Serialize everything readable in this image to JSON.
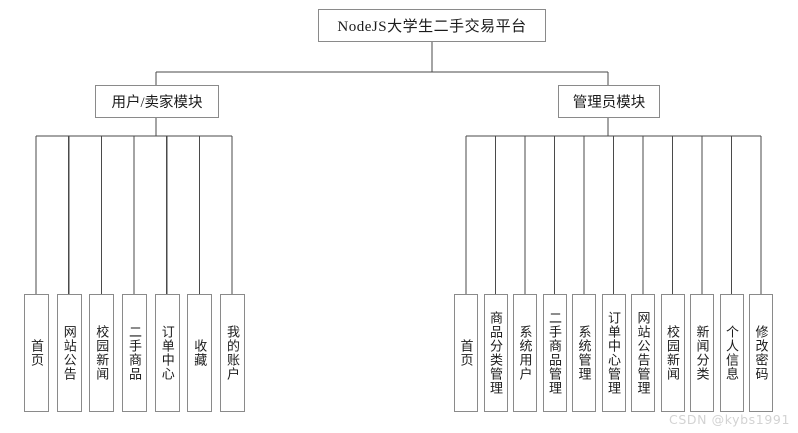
{
  "diagram": {
    "type": "tree",
    "title": "NodeJS大学生二手交易平台",
    "watermark": "CSDN @kybs1991",
    "colors": {
      "border": "#8a8a8a",
      "line": "#4a4a4a",
      "text": "#1b1b1b",
      "background": "#ffffff",
      "watermark": "#d3d3d3"
    },
    "root": {
      "label": "NodeJS大学生二手交易平台"
    },
    "branches": [
      {
        "id": "user-seller-module",
        "label": "用户/卖家模块",
        "leaves": [
          {
            "id": "leaf-user-home",
            "label": "首页"
          },
          {
            "id": "leaf-user-site-notice",
            "label": "网站公告"
          },
          {
            "id": "leaf-user-campus-news",
            "label": "校园新闻"
          },
          {
            "id": "leaf-user-secondhand-goods",
            "label": "二手商品"
          },
          {
            "id": "leaf-user-order-center",
            "label": "订单中心"
          },
          {
            "id": "leaf-user-favorites",
            "label": "收藏"
          },
          {
            "id": "leaf-user-my-account",
            "label": "我的账户"
          }
        ]
      },
      {
        "id": "admin-module",
        "label": "管理员模块",
        "leaves": [
          {
            "id": "leaf-admin-home",
            "label": "首页"
          },
          {
            "id": "leaf-admin-goods-category-mgmt",
            "label": "商品分类管理"
          },
          {
            "id": "leaf-admin-system-users",
            "label": "系统用户"
          },
          {
            "id": "leaf-admin-secondhand-goods-mgmt",
            "label": "二手商品管理"
          },
          {
            "id": "leaf-admin-system-mgmt",
            "label": "系统管理"
          },
          {
            "id": "leaf-admin-order-center-mgmt",
            "label": "订单中心管理"
          },
          {
            "id": "leaf-admin-site-notice-mgmt",
            "label": "网站公告管理"
          },
          {
            "id": "leaf-admin-campus-news",
            "label": "校园新闻"
          },
          {
            "id": "leaf-admin-news-category",
            "label": "新闻分类"
          },
          {
            "id": "leaf-admin-personal-info",
            "label": "个人信息"
          },
          {
            "id": "leaf-admin-change-password",
            "label": "修改密码"
          }
        ]
      }
    ]
  }
}
